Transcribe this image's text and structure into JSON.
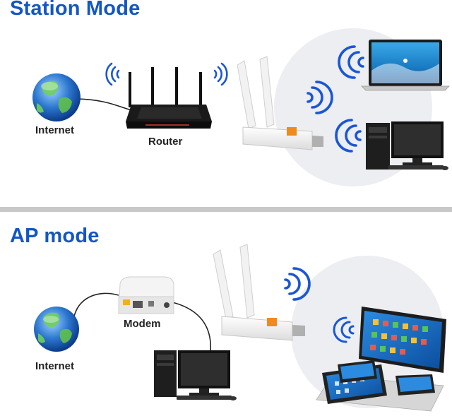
{
  "station_section": {
    "title": "Station Mode",
    "internet_label": "Internet",
    "router_label": "Router"
  },
  "ap_section": {
    "title": "AP mode",
    "modem_label": "Modem",
    "internet_label": "Internet"
  },
  "colors": {
    "title_blue": "#1456c4",
    "wifi_blue": "#1a56d6",
    "circle_bg": "#eceef1",
    "divider": "#c8c8c8"
  },
  "icons": [
    "globe-icon",
    "router-icon",
    "usb-wifi-adapter-icon",
    "laptop-icon",
    "desktop-pc-icon",
    "modem-icon",
    "tablet-icon",
    "smartphone-icon",
    "wifi-signal-icon"
  ]
}
